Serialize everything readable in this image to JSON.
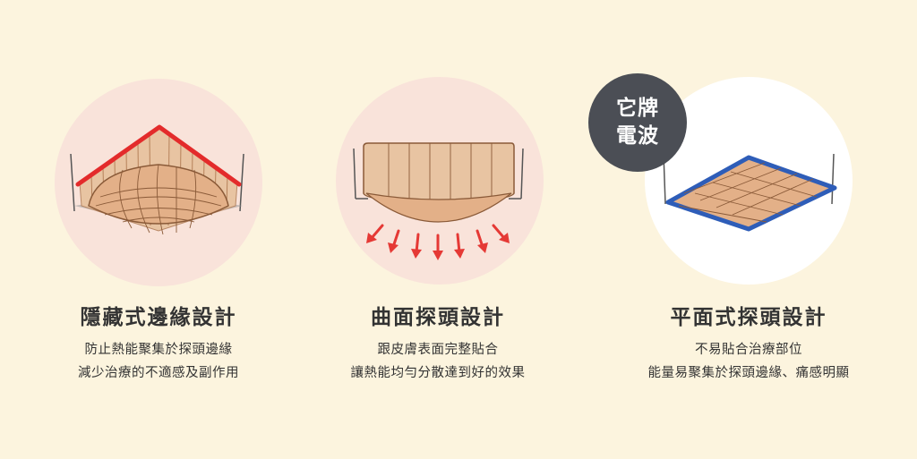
{
  "panels": [
    {
      "title": "隱藏式邊緣設計",
      "lines": [
        "防止熱能聚集於探頭邊緣",
        "減少治療的不適感及副作用"
      ],
      "edge_color": "#E32B2B"
    },
    {
      "title": "曲面探頭設計",
      "lines": [
        "跟皮膚表面完整貼合",
        "讓熱能均勻分散達到好的效果"
      ],
      "arrow_color": "#E53935"
    },
    {
      "title": "平面式探頭設計",
      "lines": [
        "不易貼合治療部位",
        "能量易聚集於探頭邊緣、痛感明顯"
      ],
      "badge_lines": [
        "它牌",
        "電波"
      ],
      "edge_color": "#2E5DB8"
    }
  ],
  "colors": {
    "background": "#FCF4DE",
    "circle_pink": "#F9E3DA",
    "circle_white": "#FFFFFF",
    "tip_fill": "#E3B088",
    "badge": "#4B4E55"
  }
}
